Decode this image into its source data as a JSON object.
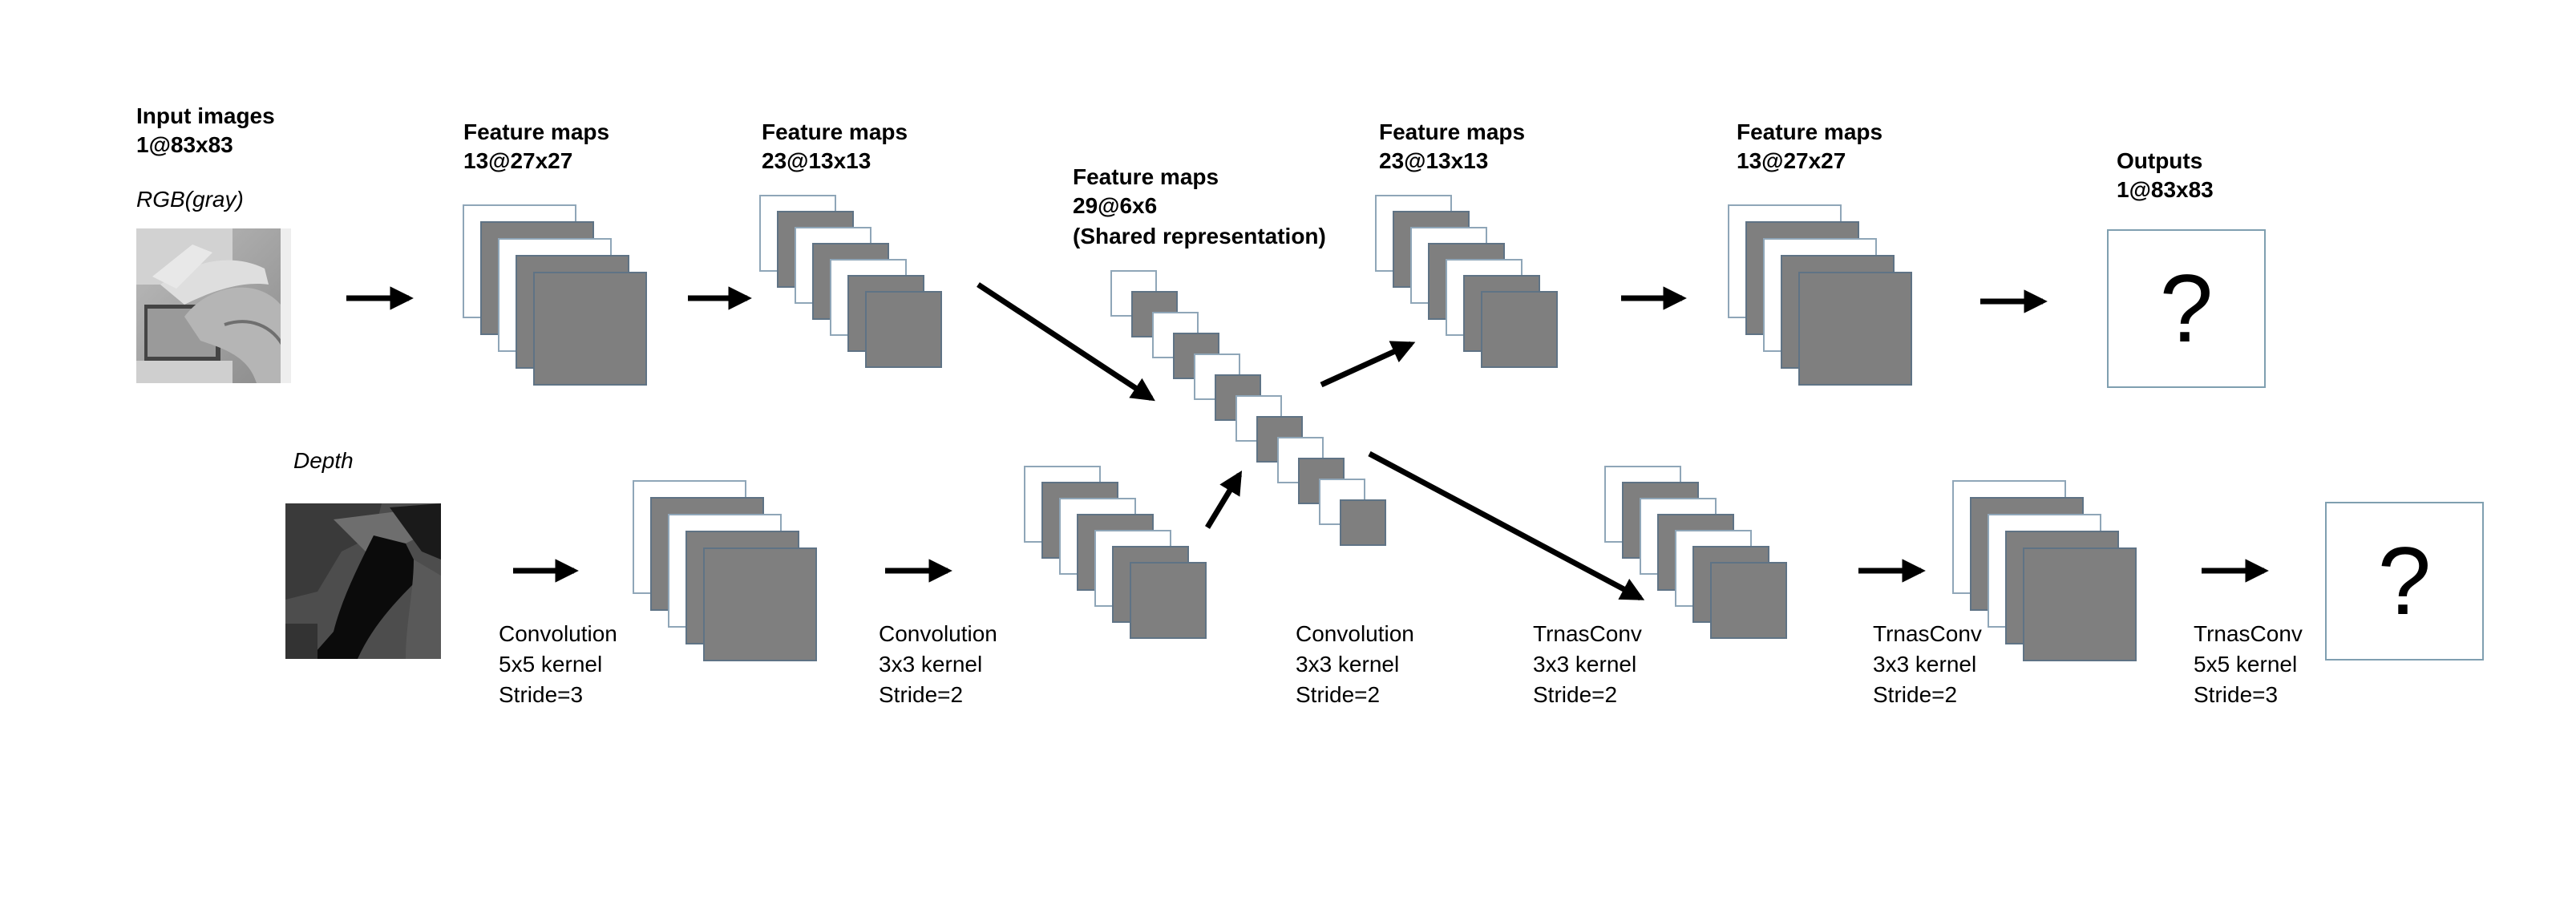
{
  "rgb_branch": {
    "input_title": "Input images",
    "input_size": "1@83x83",
    "input_name": "RGB(gray)",
    "fm1_title": "Feature maps",
    "fm1_size": "13@27x27",
    "fm2_title": "Feature maps",
    "fm2_size": "23@13x13",
    "fm4_title": "Feature maps",
    "fm4_size": "23@13x13",
    "fm5_title": "Feature maps",
    "fm5_size": "13@27x27",
    "output_title": "Outputs",
    "output_size": "1@83x83",
    "output_symbol": "?"
  },
  "shared": {
    "title": "Feature maps",
    "size": "29@6x6",
    "note": "(Shared representation)"
  },
  "depth_branch": {
    "input_name": "Depth",
    "output_symbol": "?"
  },
  "ops": [
    {
      "name": "Convolution",
      "kernel": "5x5 kernel",
      "stride": "Stride=3"
    },
    {
      "name": "Convolution",
      "kernel": "3x3 kernel",
      "stride": "Stride=2"
    },
    {
      "name": "Convolution",
      "kernel": "3x3 kernel",
      "stride": "Stride=2"
    },
    {
      "name": "TrnasConv",
      "kernel": "3x3 kernel",
      "stride": "Stride=2"
    },
    {
      "name": "TrnasConv",
      "kernel": "3x3 kernel",
      "stride": "Stride=2"
    },
    {
      "name": "TrnasConv",
      "kernel": "5x5 kernel",
      "stride": "Stride=3"
    }
  ],
  "colors": {
    "map_fill": "#7f7f7f",
    "map_white": "#ffffff",
    "map_border_white": "#8fa6b8",
    "map_border_gray": "#5f7385",
    "arrow": "#000000"
  }
}
